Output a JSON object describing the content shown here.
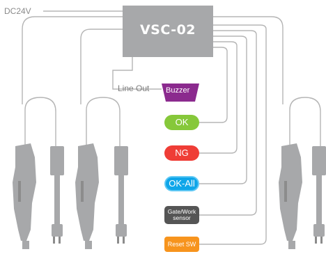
{
  "power_label": "DC24V",
  "controller": {
    "label": "VSC-02",
    "color": "#a7a8aa"
  },
  "line_out_label": "Line Out",
  "buzzer": {
    "label": "Buzzer",
    "color": "#8b2a8e"
  },
  "indicators": {
    "ok": {
      "label": "OK",
      "color": "#86c83a"
    },
    "ng": {
      "label": "NG",
      "color": "#ef3d36"
    },
    "ok_all": {
      "label": "OK-All",
      "color": "#0fa6e9"
    },
    "gate_work_sensor": {
      "label_line1": "Gate/Work",
      "label_line2": "sensor",
      "color": "#555555"
    },
    "reset_sw": {
      "label": "Reset SW",
      "color": "#f7941d"
    }
  },
  "tools": {
    "count": 3,
    "color": "#a7a8aa",
    "cable_color": "#bbbbbb"
  }
}
